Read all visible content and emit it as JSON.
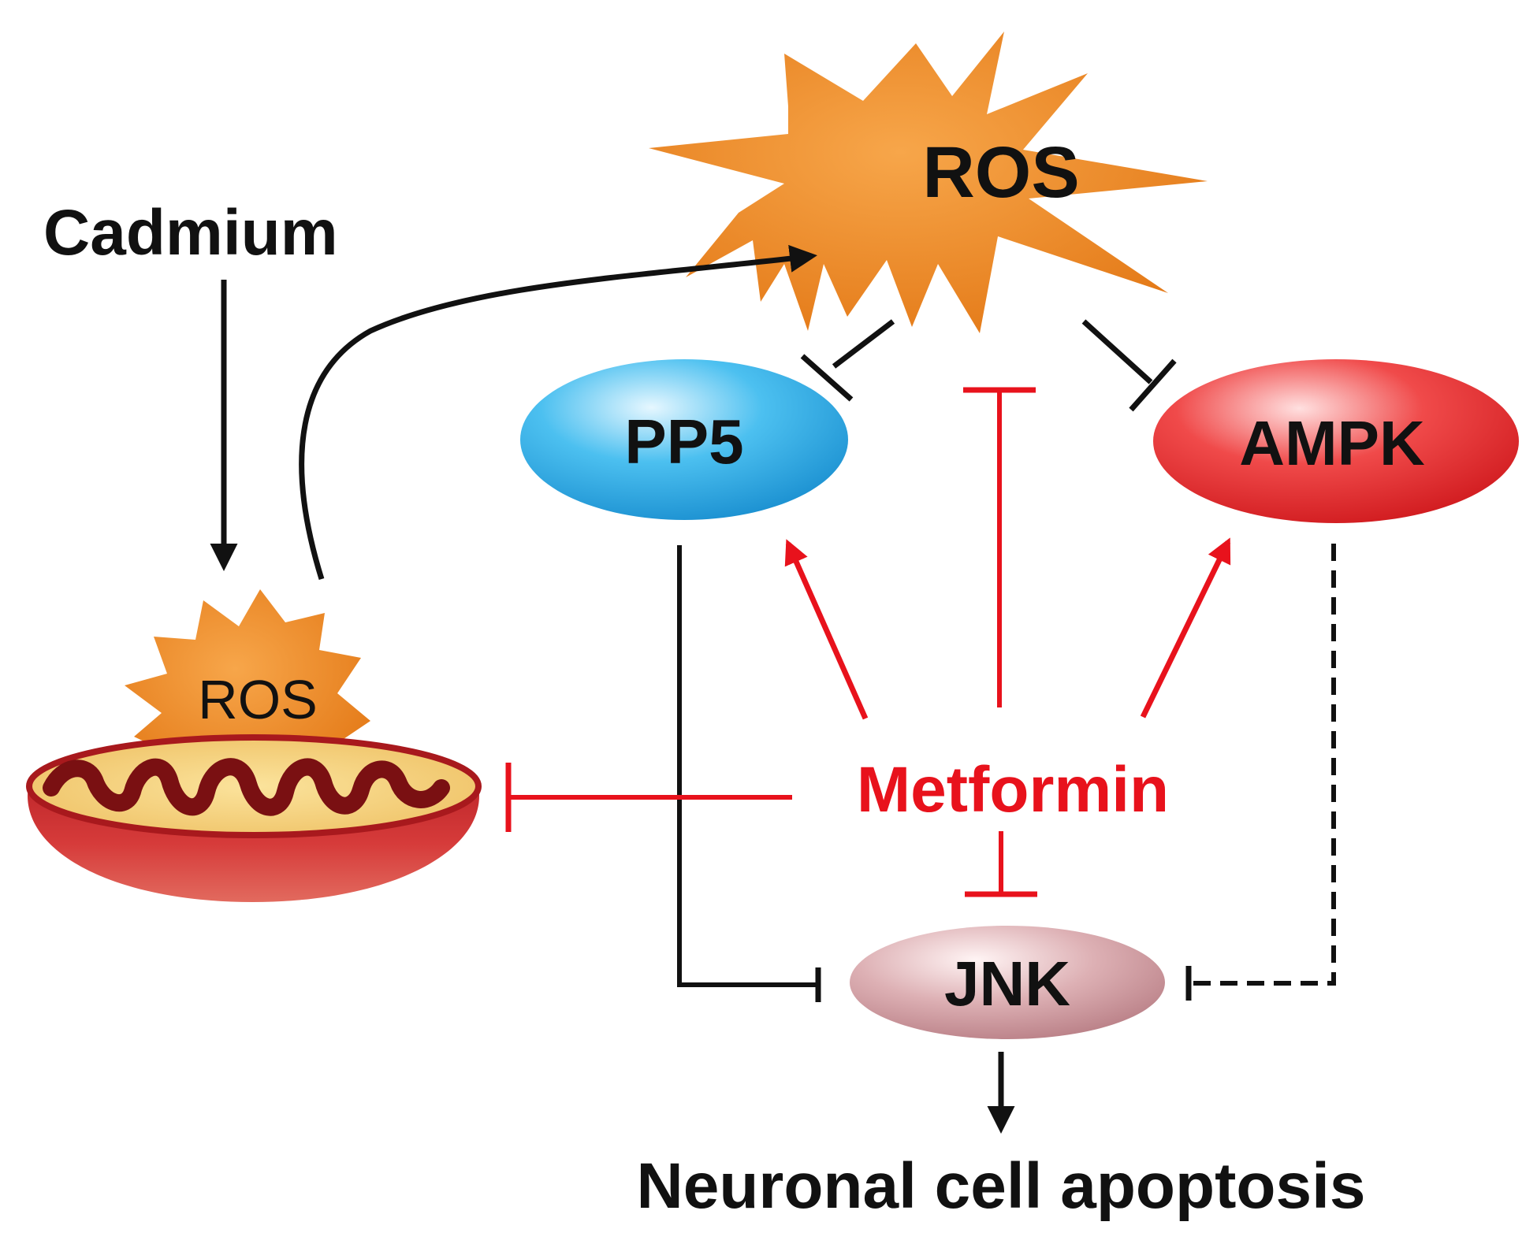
{
  "labels": {
    "cadmium": "Cadmium",
    "ros_top": "ROS",
    "ros_mito": "ROS",
    "pp5": "PP5",
    "ampk": "AMPK",
    "metformin": "Metformin",
    "jnk": "JNK",
    "outcome": "Neuronal cell apoptosis"
  },
  "colors": {
    "activation_black": "#111111",
    "metformin_red": "#e8121c",
    "ros_orange": "#f0902a",
    "pp5_blue": "#3bb4ea",
    "ampk_red": "#e8262a",
    "jnk_pink": "#d9a5aa",
    "mitochondrion_red": "#c42a2a"
  }
}
